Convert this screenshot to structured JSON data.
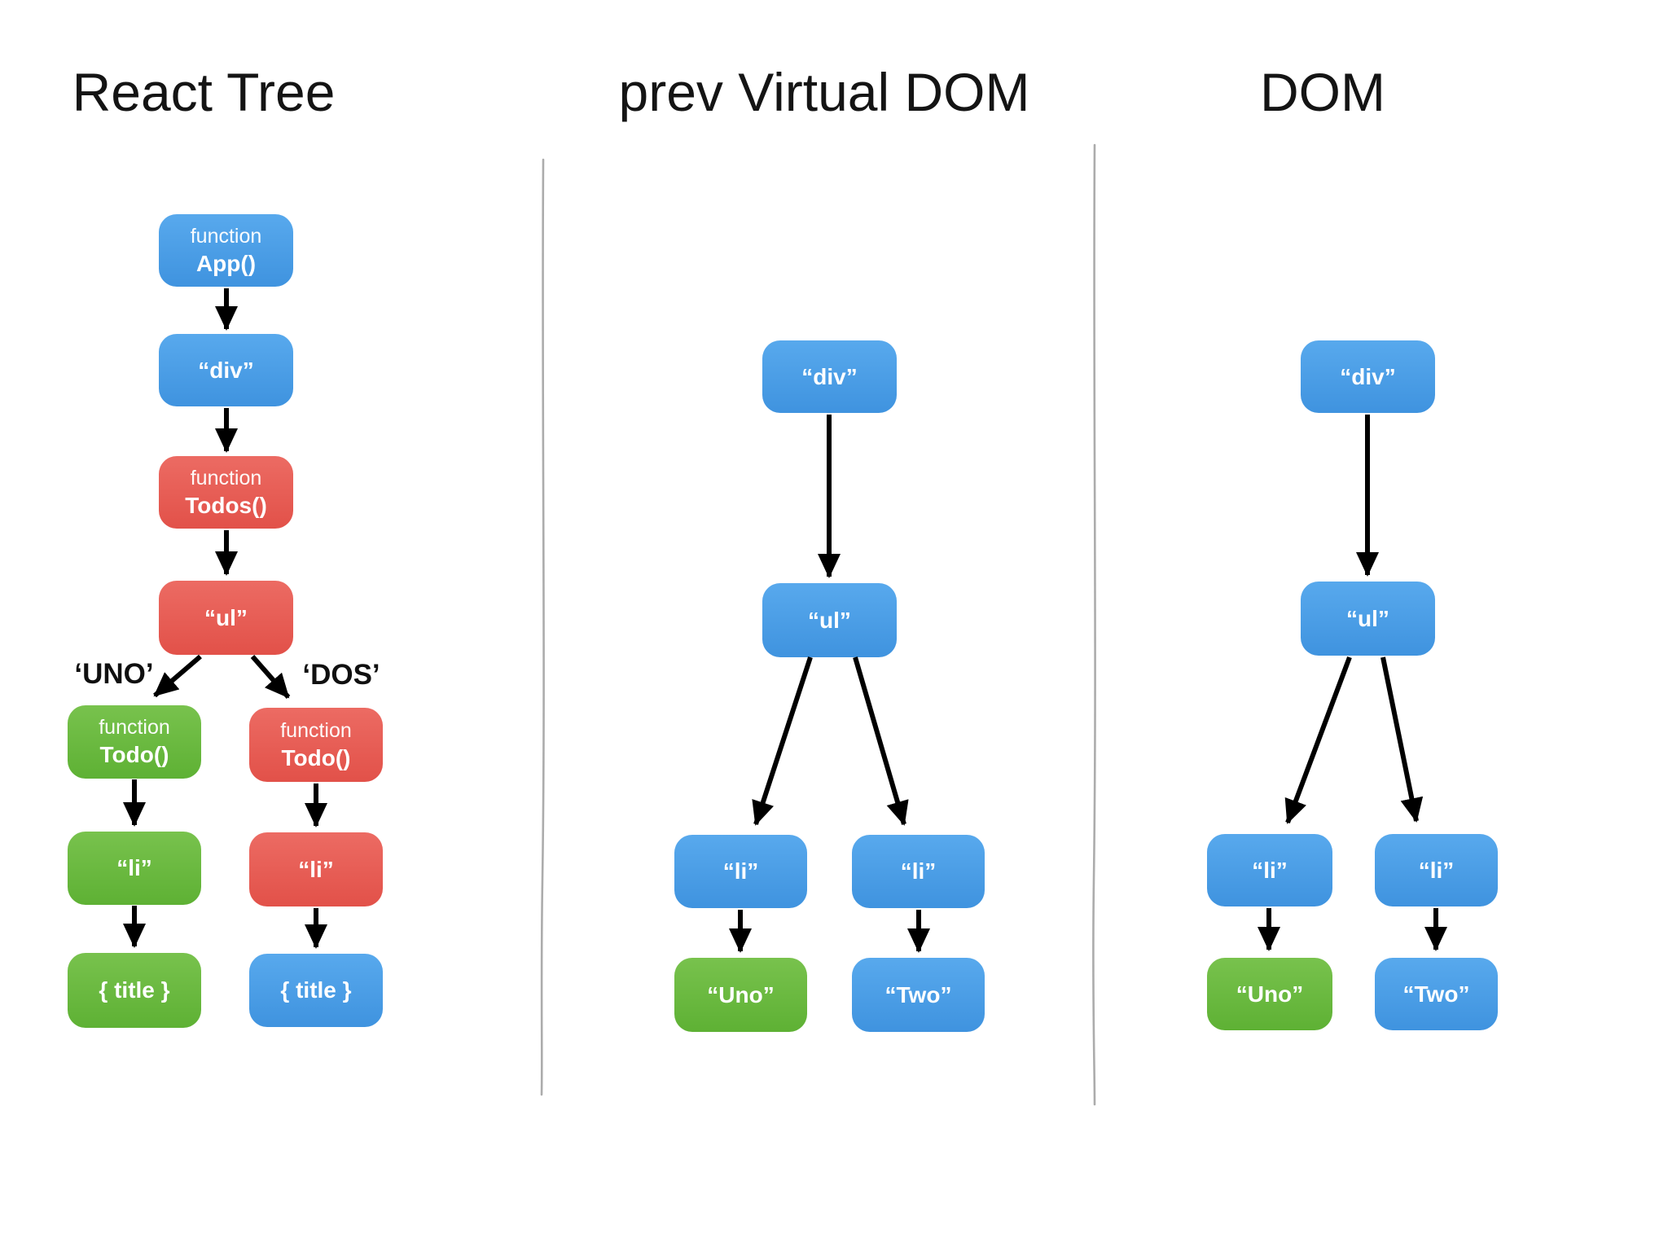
{
  "titles": {
    "react": "React Tree",
    "vdom": "prev Virtual DOM",
    "dom": "DOM"
  },
  "react": {
    "app": {
      "prefix": "function",
      "name": "App()"
    },
    "div": {
      "label": "“div”"
    },
    "todos": {
      "prefix": "function",
      "name": "Todos()"
    },
    "ul": {
      "label": "“ul”"
    },
    "uno_label": "‘UNO’",
    "dos_label": "‘DOS’",
    "todo_uno": {
      "prefix": "function",
      "name": "Todo()"
    },
    "todo_dos": {
      "prefix": "function",
      "name": "Todo()"
    },
    "li_uno": {
      "label": "“li”"
    },
    "li_dos": {
      "label": "“li”"
    },
    "title_uno": {
      "label": "{ title }"
    },
    "title_dos": {
      "label": "{ title }"
    }
  },
  "vdom": {
    "div": {
      "label": "“div”"
    },
    "ul": {
      "label": "“ul”"
    },
    "li_left": {
      "label": "“li”"
    },
    "li_right": {
      "label": "“li”"
    },
    "uno": {
      "label": "“Uno”"
    },
    "two": {
      "label": "“Two”"
    }
  },
  "dom": {
    "div": {
      "label": "“div”"
    },
    "ul": {
      "label": "“ul”"
    },
    "li_left": {
      "label": "“li”"
    },
    "li_right": {
      "label": "“li”"
    },
    "uno": {
      "label": "“Uno”"
    },
    "two": {
      "label": "“Two”"
    }
  },
  "colors": {
    "node_blue": "#4A9FE8",
    "node_red": "#E8605A",
    "node_green": "#6BBE47",
    "node_text": "#FFFFFF",
    "arrow": "#000000",
    "divider": "#ACACAC",
    "title_text": "#141414"
  }
}
